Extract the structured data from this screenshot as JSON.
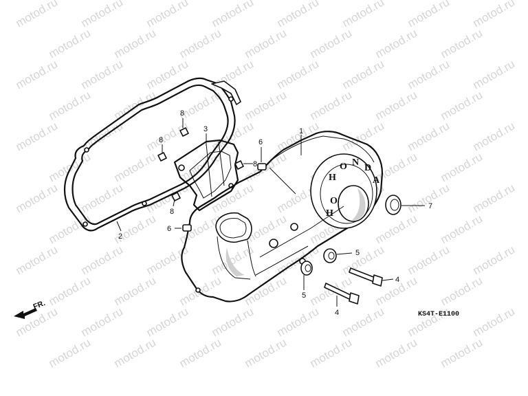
{
  "diagram": {
    "watermark_text": "motod.ru",
    "diagram_code": "KS4T-E1100",
    "direction_label": "FR.",
    "cover_lettering": [
      "H",
      "O",
      "N",
      "D",
      "A"
    ],
    "callouts": [
      {
        "id": "c1",
        "label": "1"
      },
      {
        "id": "c2",
        "label": "2"
      },
      {
        "id": "c3",
        "label": "3"
      },
      {
        "id": "c4a",
        "label": "4"
      },
      {
        "id": "c4b",
        "label": "4"
      },
      {
        "id": "c5a",
        "label": "5"
      },
      {
        "id": "c5b",
        "label": "5"
      },
      {
        "id": "c6a",
        "label": "6"
      },
      {
        "id": "c6b",
        "label": "6"
      },
      {
        "id": "c7",
        "label": "7"
      },
      {
        "id": "c8a",
        "label": "8"
      },
      {
        "id": "c8b",
        "label": "8"
      },
      {
        "id": "c8c",
        "label": "8"
      },
      {
        "id": "c8d",
        "label": "8"
      }
    ]
  }
}
